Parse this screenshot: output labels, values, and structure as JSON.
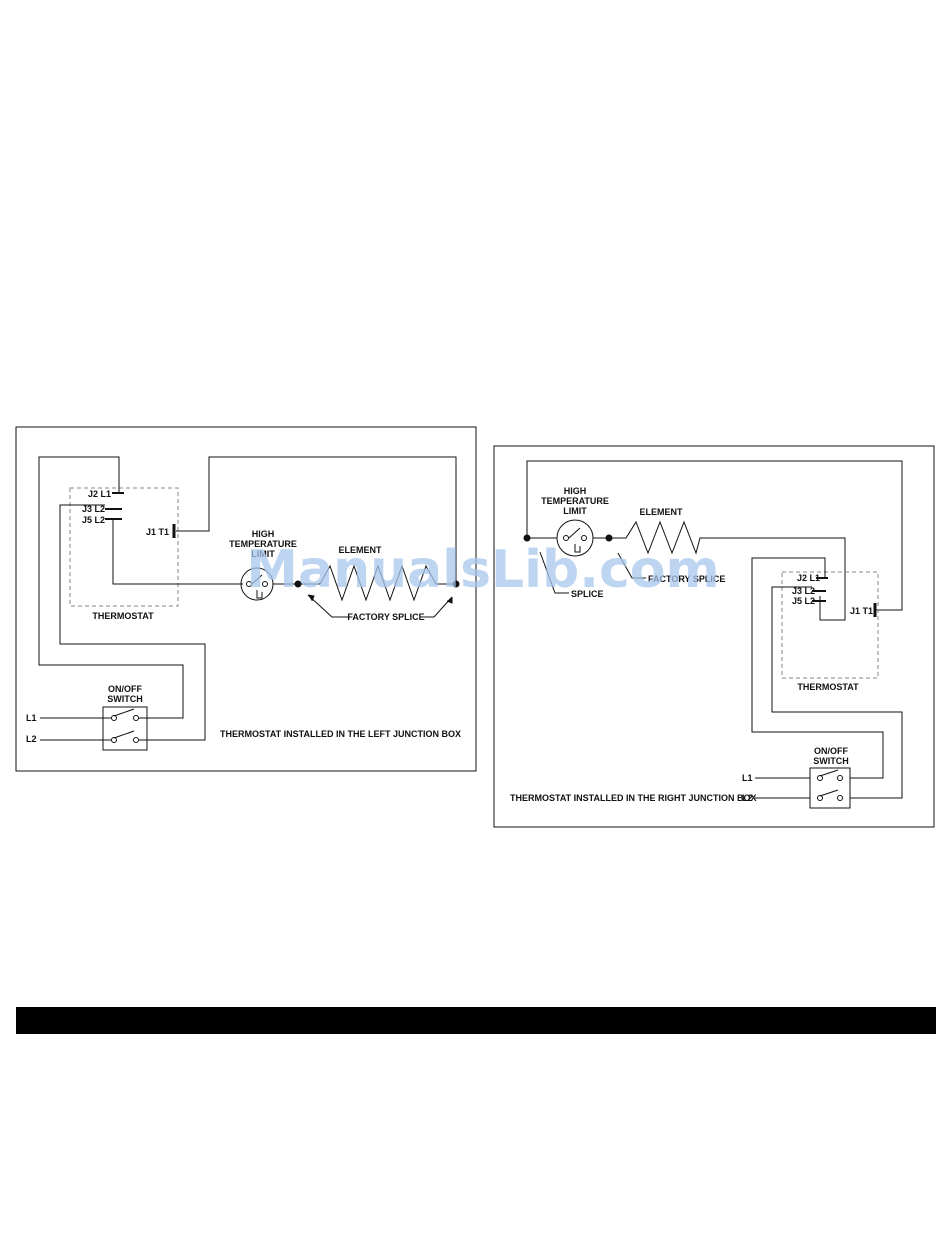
{
  "colors": {
    "line": "#111111",
    "dashed_box": "#888888",
    "watermark": "#a9c7ee",
    "footer_bar": "#000000"
  },
  "left_diagram": {
    "thermostat": {
      "label": "THERMOSTAT",
      "terminal_j2": "J2 L1",
      "terminal_j3": "J3 L2",
      "terminal_j5": "J5 L2",
      "terminal_j1": "J1 T1"
    },
    "high_limit": {
      "line1": "HIGH",
      "line2": "TEMPERATURE",
      "line3": "LIMIT"
    },
    "element_label": "ELEMENT",
    "factory_splice_label": "FACTORY SPLICE",
    "switch": {
      "line1": "ON/OFF",
      "line2": "SWITCH",
      "l1": "L1",
      "l2": "L2"
    },
    "caption": "THERMOSTAT INSTALLED IN THE LEFT JUNCTION BOX"
  },
  "right_diagram": {
    "high_limit": {
      "line1": "HIGH",
      "line2": "TEMPERATURE",
      "line3": "LIMIT"
    },
    "element_label": "ELEMENT",
    "factory_splice_label": "FACTORY SPLICE",
    "splice_label": "SPLICE",
    "thermostat": {
      "label": "THERMOSTAT",
      "terminal_j2": "J2 L1",
      "terminal_j3": "J3 L2",
      "terminal_j5": "J5 L2",
      "terminal_j1": "J1 T1"
    },
    "switch": {
      "line1": "ON/OFF",
      "line2": "SWITCH",
      "l1": "L1",
      "l2": "L2"
    },
    "caption": "THERMOSTAT INSTALLED IN THE RIGHT JUNCTION BOX"
  },
  "watermark": "ManualsLib.com"
}
